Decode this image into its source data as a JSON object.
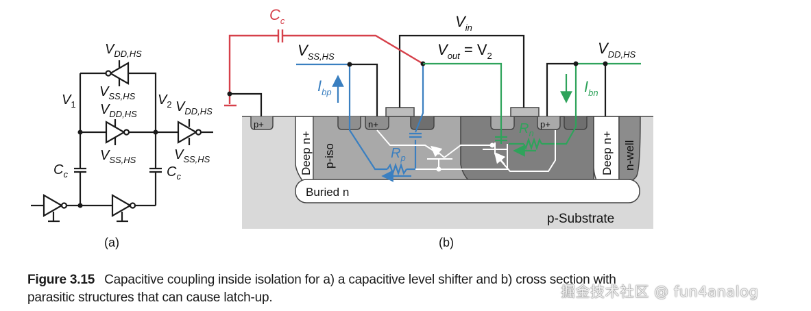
{
  "figure": {
    "number": "Figure 3.15",
    "caption_line1": "Capacitive coupling inside isolation for a) a capacitive level shifter and b) cross section with",
    "caption_line2": "parasitic structures that can cause latch-up.",
    "watermark": "掘金技术社区 @ fun4analog"
  },
  "panel_a": {
    "label": "(a)",
    "vdd_top": {
      "main": "V",
      "sub": "DD,HS"
    },
    "vss_top": {
      "main": "V",
      "sub": "SS,HS"
    },
    "v1": {
      "main": "V",
      "sub": "1"
    },
    "v2": {
      "main": "V",
      "sub": "2"
    },
    "vdd_mid": {
      "main": "V",
      "sub": "DD,HS"
    },
    "vss_mid": {
      "main": "V",
      "sub": "SS,HS"
    },
    "vdd_out": {
      "main": "V",
      "sub": "DD,HS"
    },
    "vss_out": {
      "main": "V",
      "sub": "SS,HS"
    },
    "cc_left": {
      "main": "C",
      "sub": "c"
    },
    "cc_right": {
      "main": "C",
      "sub": "c"
    }
  },
  "panel_b": {
    "label": "(b)",
    "cc": {
      "main": "C",
      "sub": "c"
    },
    "vin": {
      "main": "V",
      "sub": "in"
    },
    "vss_hs": {
      "main": "V",
      "sub": "SS,HS"
    },
    "vout": {
      "main": "V",
      "sub": "out",
      "rest": " = V",
      "sub2": "2"
    },
    "vdd_hs": {
      "main": "V",
      "sub": "DD,HS"
    },
    "ibp": {
      "main": "I",
      "sub": "bp"
    },
    "ibn": {
      "main": "I",
      "sub": "bn"
    },
    "rp": {
      "main": "R",
      "sub": "p"
    },
    "rn": {
      "main": "R",
      "sub": "n"
    },
    "regions": {
      "p_plus_left": "p+",
      "n_plus": "n+",
      "p_plus_right": "p+",
      "deep_n_left": "Deep n+",
      "p_iso": "p-iso",
      "deep_n_right": "Deep n+",
      "n_well": "n-well",
      "buried_n": "Buried n",
      "p_substrate": "p-Substrate"
    }
  },
  "colors": {
    "red": "#d6404a",
    "blue": "#3a7fc0",
    "green": "#2fa35b",
    "black": "#1a1a1a",
    "substrate": "#d9d9d9",
    "piso": "#a9a9a9",
    "nwell_inner": "#7f7f7f",
    "nwell_edge": "#8c8c8c"
  }
}
